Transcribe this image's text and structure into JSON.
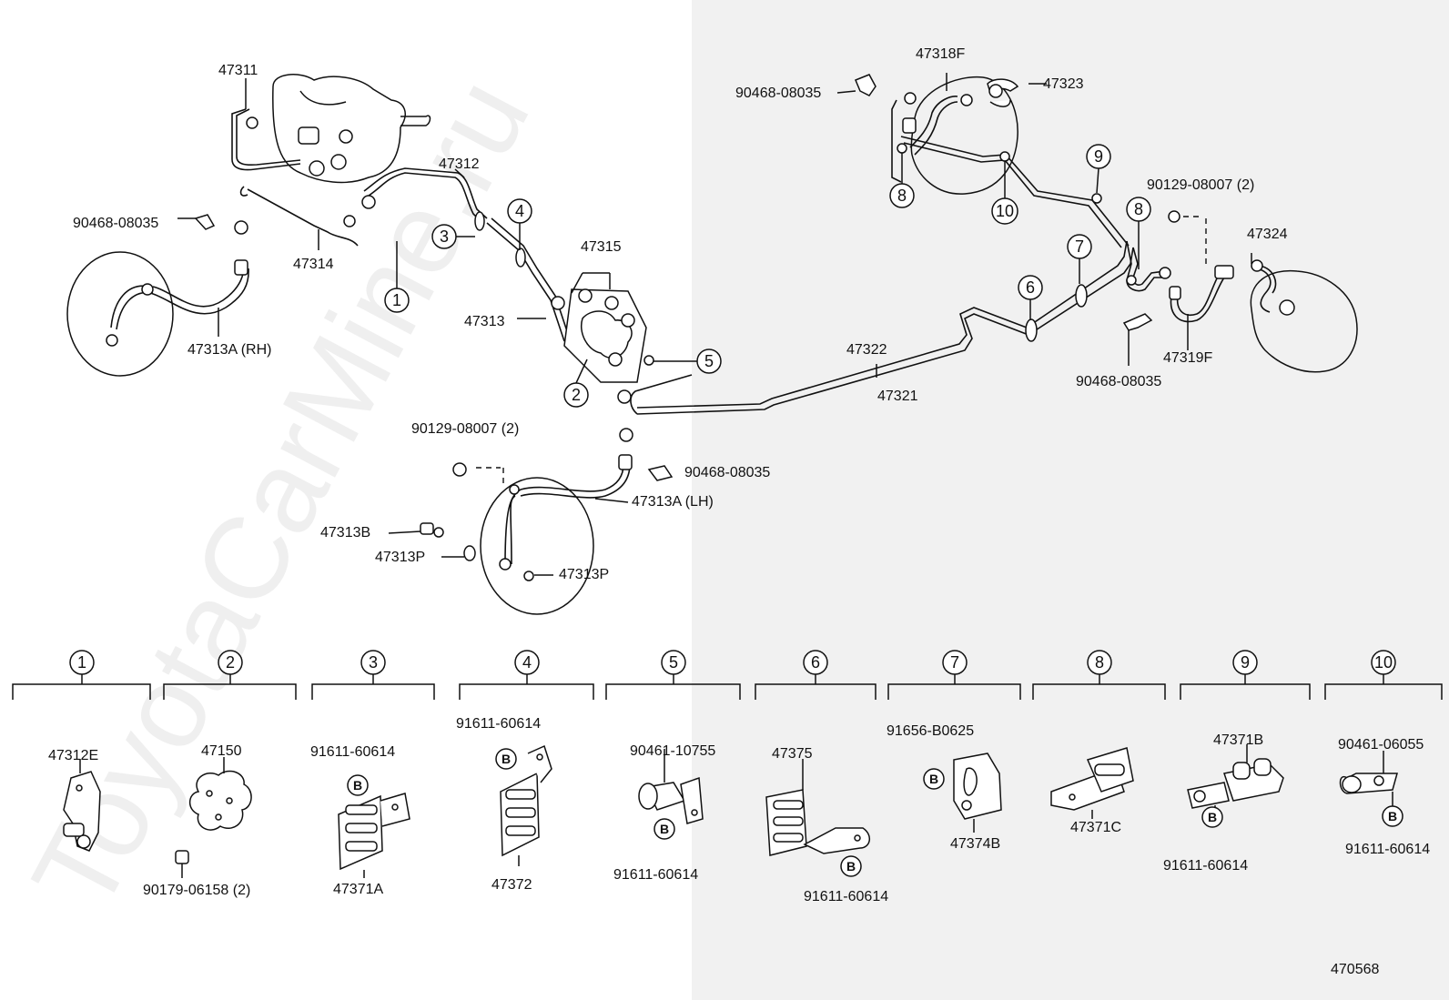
{
  "diagram_id": "470568",
  "watermark": "ToyotaCarMine.ru",
  "background": {
    "left": "#ffffff",
    "right": "#f1f1f1"
  },
  "b_symbol": "B",
  "labels": {
    "p47311": "47311",
    "p47312": "47312",
    "p90468_a": "90468-08035",
    "p47314": "47314",
    "p47313A_rh": "47313A (RH)",
    "p47313": "47313",
    "p47315": "47315",
    "p90129_a": "90129-08007 (2)",
    "p90468_b": "90468-08035",
    "p47313A_lh": "47313A (LH)",
    "p47313B": "47313B",
    "p47313P_a": "47313P",
    "p47313P_b": "47313P",
    "p47322": "47322",
    "p47321": "47321",
    "p47318F": "47318F",
    "p47323": "47323",
    "p90468_c": "90468-08035",
    "p90129_b": "90129-08007 (2)",
    "p47324": "47324",
    "p47319F": "47319F",
    "p90468_d": "90468-08035"
  },
  "callouts_top": {
    "c1": "1",
    "c2": "2",
    "c3": "3",
    "c4": "4",
    "c5": "5",
    "c6": "6",
    "c7": "7",
    "c8a": "8",
    "c8b": "8",
    "c9": "9",
    "c10": "10"
  },
  "detail_groups": [
    {
      "num": "1",
      "parts": [
        "47312E"
      ]
    },
    {
      "num": "2",
      "parts": [
        "47150",
        "90179-06158 (2)"
      ]
    },
    {
      "num": "3",
      "parts": [
        "91611-60614",
        "47371A"
      ]
    },
    {
      "num": "4",
      "parts": [
        "91611-60614",
        "47372"
      ]
    },
    {
      "num": "5",
      "parts": [
        "90461-10755",
        "91611-60614"
      ]
    },
    {
      "num": "6",
      "parts": [
        "47375",
        "91611-60614"
      ]
    },
    {
      "num": "7",
      "parts": [
        "91656-B0625",
        "47374B"
      ]
    },
    {
      "num": "8",
      "parts": [
        "47371C"
      ]
    },
    {
      "num": "9",
      "parts": [
        "47371B",
        "91611-60614"
      ]
    },
    {
      "num": "10",
      "parts": [
        "90461-06055",
        "91611-60614"
      ]
    }
  ]
}
